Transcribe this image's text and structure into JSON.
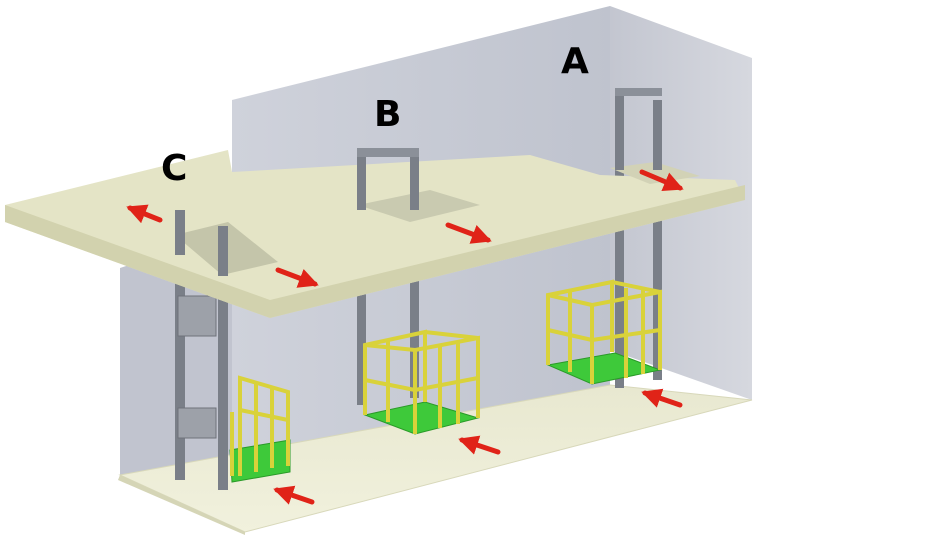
{
  "labels": {
    "lift_a": "A",
    "lift_b": "B",
    "lift_c": "C"
  },
  "colors": {
    "wall": "#c6c9d3",
    "wall_dark": "#a9adb9",
    "slab": "#e4e4c6",
    "slab_edge": "#d2d2ae",
    "floor": "#ececd2",
    "rail": "#7a7f88",
    "cage": "#d9d23a",
    "platform": "#3ec93a",
    "arrow": "#e02318"
  },
  "icons": [
    "arrow-icon"
  ]
}
